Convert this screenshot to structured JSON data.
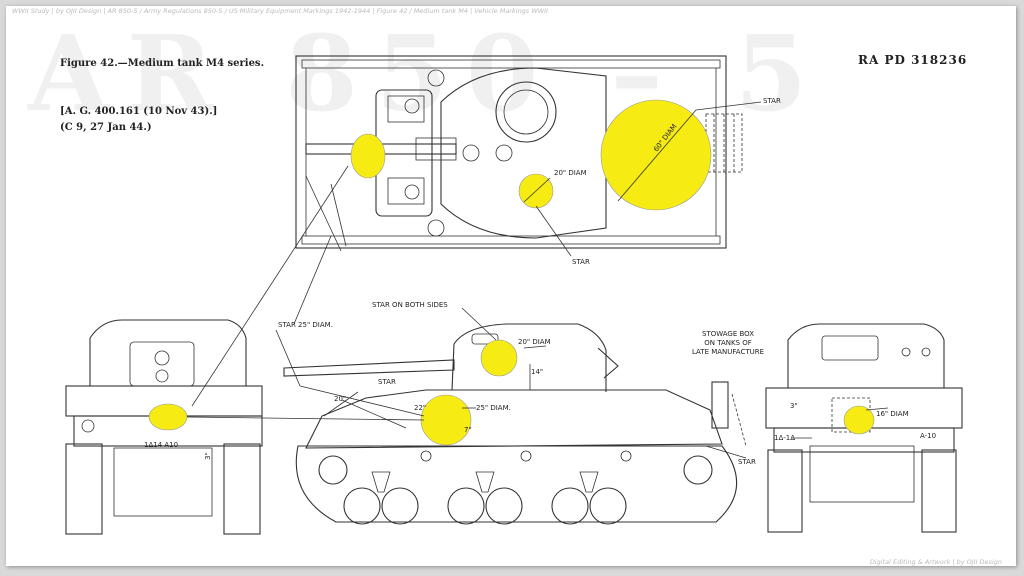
{
  "document": {
    "figure_title": "Figure 42.—Medium tank M4 series.",
    "plate_number": "RA PD 318236",
    "reference_1": "[A. G. 400.161 (10 Nov 43).]",
    "reference_2": "(C 9, 27 Jan 44.)"
  },
  "watermark": {
    "big_text": "AR 850 – 5",
    "header_line": "WWII Study | by OJII Design | AR 850-5 / Army Regulations 850-5 / US Military Equipment Markings 1942-1944 | Figure 42 / Medium tank M4 | Vehicle Markings WWII",
    "footer_line": "Digital Editing & Artwork | by OJII Design"
  },
  "callouts": {
    "top_star": "STAR",
    "top_star_lower": "STAR",
    "top_diam_60": "60\" DIAM",
    "top_diam_20": "20\" DIAM",
    "star_25_diam": "STAR 25\" DIAM.",
    "star_both_sides": "STAR ON BOTH SIDES",
    "side_diam_20": "20\" DIAM",
    "side_dim_14": "14\"",
    "side_star_small": "STAR",
    "side_dim_20": "20\"",
    "side_dim_22": "22\"",
    "side_diam_25": "25\" DIAM.",
    "side_dim_7": "7\"",
    "side_star_bottom": "STAR",
    "stowage_box": [
      "STOWAGE BOX",
      "ON TANKS OF",
      "LATE MANUFACTURE"
    ],
    "front_code": "1Δ14  A10",
    "front_dim_3": "3\"",
    "rear_dim_3": "3\"",
    "rear_code_left": "1Δ-1Δ",
    "rear_code_right": "A-10",
    "rear_diam_16": "16\" DIAM"
  }
}
